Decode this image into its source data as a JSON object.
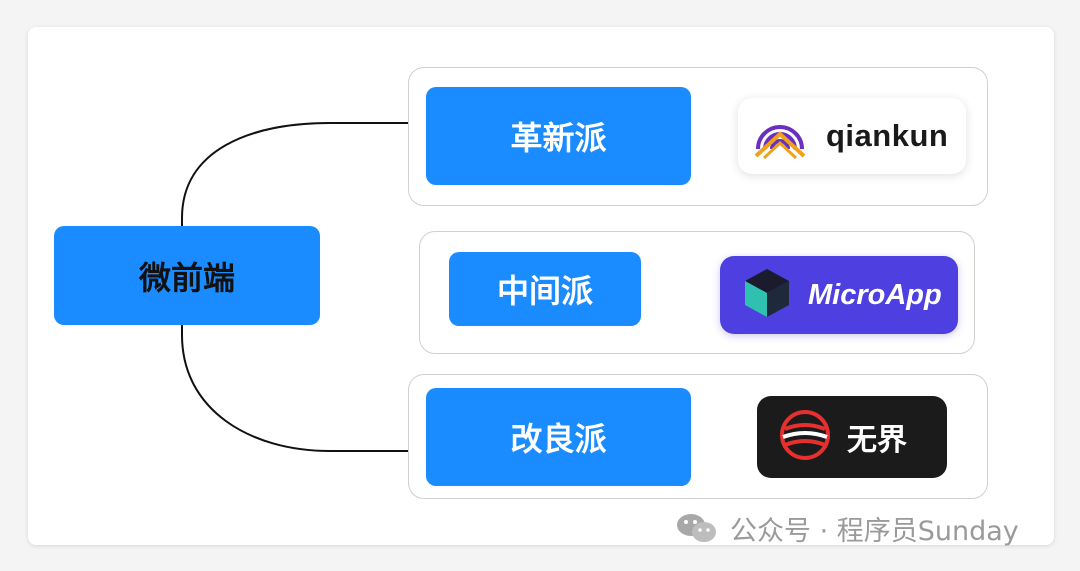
{
  "diagram": {
    "root": {
      "label": "微前端"
    },
    "branches": [
      {
        "label": "革新派",
        "logo": {
          "name": "qiankun",
          "icon": "qiankun-arcs-icon",
          "bg": "#ffffff"
        }
      },
      {
        "label": "中间派",
        "logo": {
          "name": "MicroApp",
          "icon": "microapp-cube-icon",
          "bg": "#4d3fe0"
        }
      },
      {
        "label": "改良派",
        "logo": {
          "name": "无界",
          "icon": "wujie-swirl-icon",
          "bg": "#1b1b1b"
        }
      }
    ]
  },
  "watermark": {
    "icon": "wechat-icon",
    "text": "公众号 · 程序员Sunday"
  },
  "colors": {
    "node_fill": "#1a8cff",
    "root_text": "#111111",
    "branch_text": "#ffffff",
    "group_border": "#d0d0d0",
    "connector": "#111111",
    "watermark_text": "#9a9a9a"
  }
}
